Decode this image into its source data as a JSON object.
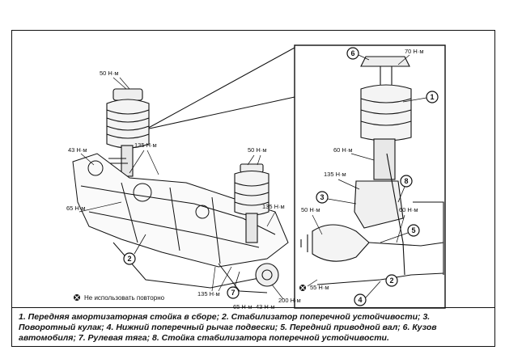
{
  "torques": {
    "t50_top_left": "50 Н·м",
    "t43_left": "43 Н·м",
    "t135_top": "135 Н·м",
    "t65_left": "65 Н·м",
    "t50_right_strut": "50 Н·м",
    "t135_right": "135 Н·м",
    "t135_bottom": "135 Н·м",
    "t200": "200 Н·м",
    "t65_bottom": "65 Н·м",
    "t43_bottom": "43 Н·м",
    "t70_inset": "70 Н·м",
    "t60_inset": "60 Н·м",
    "t135_inset": "135 Н·м",
    "t50_inset": "50 Н·м",
    "t60_inset_right": "60 Н·м",
    "t55_inset": "55 Н·м"
  },
  "callouts": {
    "c1": "1",
    "c2": "2",
    "c3": "3",
    "c4": "4",
    "c5": "5",
    "c6": "6",
    "c7": "7",
    "c8": "8"
  },
  "legend": {
    "no_reuse": "Не использовать повторно"
  },
  "caption": {
    "text": "1. Передняя амортизаторная стойка в сборе; 2. Стабилизатор поперечной устойчивости; 3. Поворотный кулак; 4. Нижний поперечный рычаг подвески; 5. Передний приводной вал; 6. Кузов автомобиля; 7. Рулевая тяга; 8. Стойка стабилизатора поперечной устойчивости."
  }
}
